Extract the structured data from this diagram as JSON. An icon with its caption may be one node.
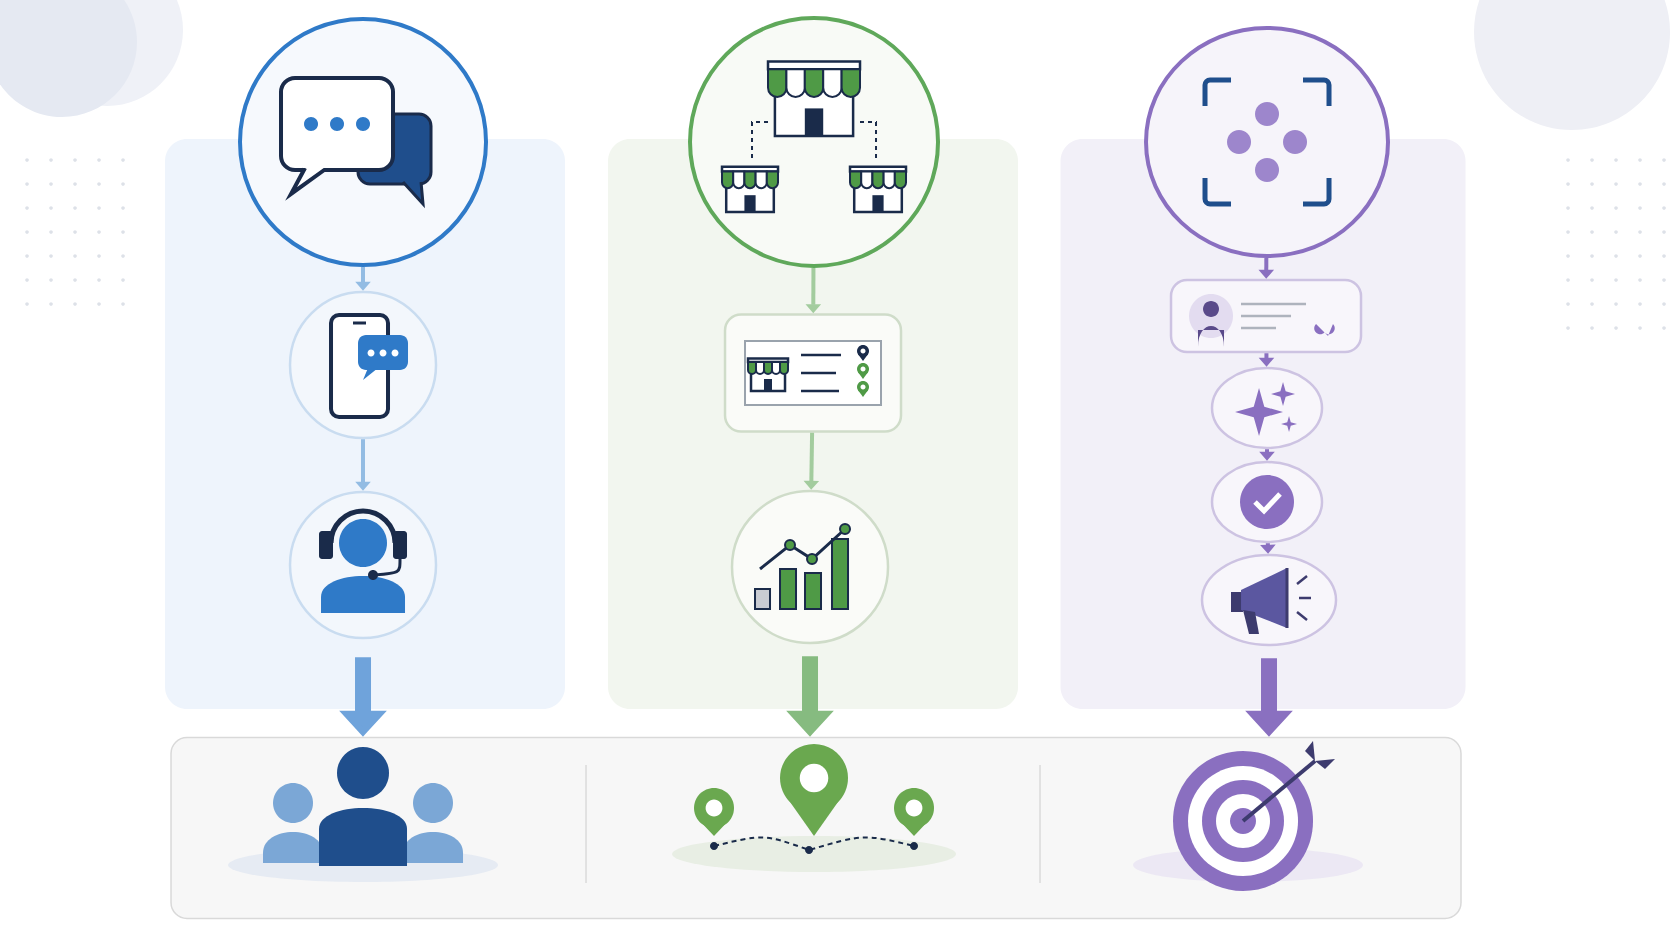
{
  "diagram": {
    "nodes": [
      {
        "text": [],
        "shape": "box"
      },
      {
        "text": [],
        "shape": "circle"
      },
      {
        "text": [],
        "shape": "circle",
        "in": 0
      },
      {
        "text": [],
        "shape": "circle",
        "in": 0
      },
      {
        "text": [],
        "shape": "box"
      },
      {
        "text": [],
        "shape": "circle"
      },
      {
        "text": [],
        "shape": "box",
        "in": 4
      },
      {
        "text": [],
        "shape": "circle",
        "in": 4
      },
      {
        "text": [],
        "shape": "box"
      },
      {
        "text": [],
        "shape": "circle"
      },
      {
        "text": [],
        "shape": "box",
        "in": 8
      },
      {
        "text": [],
        "shape": "circle",
        "in": 8
      },
      {
        "text": [],
        "shape": "circle",
        "in": 8
      },
      {
        "text": [],
        "shape": "circle",
        "in": 8
      },
      {
        "text": [],
        "shape": "box"
      }
    ],
    "edges": [
      {
        "from": 1,
        "to": 2,
        "arrow": "to",
        "color": "#93bce3"
      },
      {
        "from": 2,
        "to": 3,
        "arrow": "to",
        "color": "#93bce3"
      },
      {
        "from": 3,
        "to": 14,
        "arrow": "to",
        "style": "thick",
        "color": "#6fa3db"
      },
      {
        "from": 5,
        "to": 6,
        "arrow": "to",
        "color": "#a3cc9e"
      },
      {
        "from": 6,
        "to": 7,
        "arrow": "to",
        "color": "#a3cc9e"
      },
      {
        "from": 7,
        "to": 14,
        "arrow": "to",
        "style": "thick",
        "color": "#86bb80"
      },
      {
        "from": 9,
        "to": 10,
        "arrow": "to",
        "color": "#8a6fc0"
      },
      {
        "from": 10,
        "to": 11,
        "arrow": "to",
        "color": "#8a6fc0"
      },
      {
        "from": 11,
        "to": 12,
        "arrow": "to",
        "color": "#8a6fc0"
      },
      {
        "from": 12,
        "to": 13,
        "arrow": "to",
        "color": "#8a6fc0"
      },
      {
        "from": 13,
        "to": 14,
        "arrow": "to",
        "style": "thick",
        "color": "#8a70c0"
      }
    ]
  }
}
